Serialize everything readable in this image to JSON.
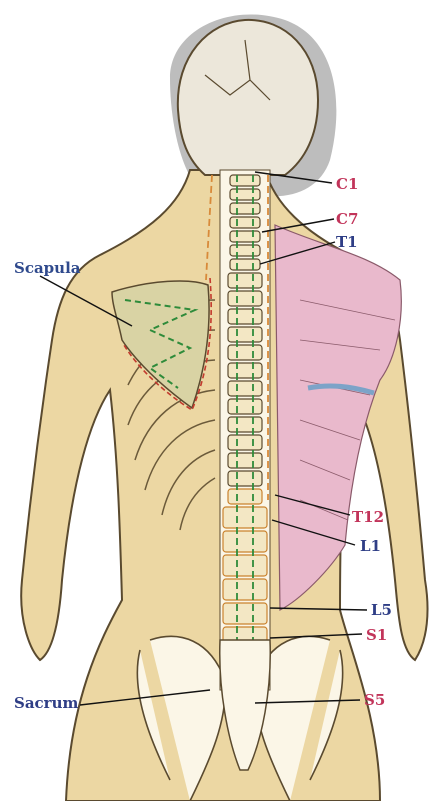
{
  "labels": {
    "c1": "C1",
    "c7": "C7",
    "t1": "T1",
    "scapula": "Scapula",
    "t12": "T12",
    "l1": "L1",
    "l5": "L5",
    "s1": "S1",
    "sacrum": "Sacrum",
    "s5": "S5"
  },
  "colors": {
    "skin": "#ecd7a3",
    "skin_outline": "#5a4a2f",
    "shadow": "#bdbdbd",
    "head": "#ece7da",
    "bone": "#fbf6e7",
    "muscle": "#e9b9cc",
    "cervical_thoracic_label": "#c2345a",
    "lumbar_label": "#2f3e86",
    "scapula_label": "#2f4a8d",
    "guide_green": "#2e8b3a",
    "guide_red": "#c23a2e",
    "guide_orange": "#d88a3a"
  }
}
